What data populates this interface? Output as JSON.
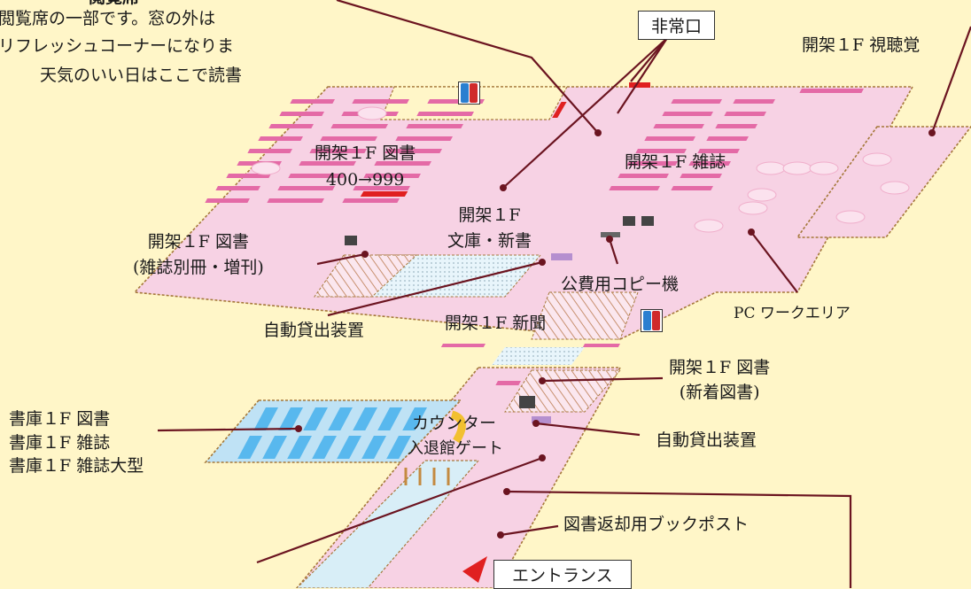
{
  "colors": {
    "background": "#fff6c8",
    "floor": "#f7d2e4",
    "shelf": "#e46aa6",
    "stack_room": "#bfe2f5",
    "stack_shelf": "#58b8ee",
    "leader_line": "#6b1420",
    "emergency": "#e02020"
  },
  "top_note": {
    "heading": "閲覧席",
    "lines": [
      "閲覧席の一部です。窓の外は",
      "リフレッシュコーナーになりま",
      "天気のいい日はここで読書"
    ]
  },
  "labels": {
    "emergency_exit": "非常口",
    "av_room": "開架１F 視聴覚",
    "books_1f_line1": "開架１F 図書",
    "books_1f_line2": "400→999",
    "magazines_1f": "開架１F 雑誌",
    "bunko_line1": "開架１F",
    "bunko_line2": "文庫・新書",
    "supplement_line1": "開架１F 図書",
    "supplement_line2": "(雑誌別冊・増刊)",
    "copier": "公費用コピー機",
    "self_checkout_upper": "自動貸出装置",
    "newspapers": "開架１F 新聞",
    "pc_area": "PC ワークエリア",
    "new_books_line1": "開架１F 図書",
    "new_books_line2": "(新着図書)",
    "counter": "カウンター",
    "self_checkout_lower": "自動貸出装置",
    "gate": "入退館ゲート",
    "stacks_line1": "書庫１F 図書",
    "stacks_line2": "書庫１F 雑誌",
    "stacks_line3": "書庫１F 雑誌大型",
    "book_return": "図書返却用ブックポスト",
    "entrance": "エントランス"
  },
  "icons": [
    "restroom-icon",
    "pc-icon",
    "entrance-arrow-icon"
  ]
}
